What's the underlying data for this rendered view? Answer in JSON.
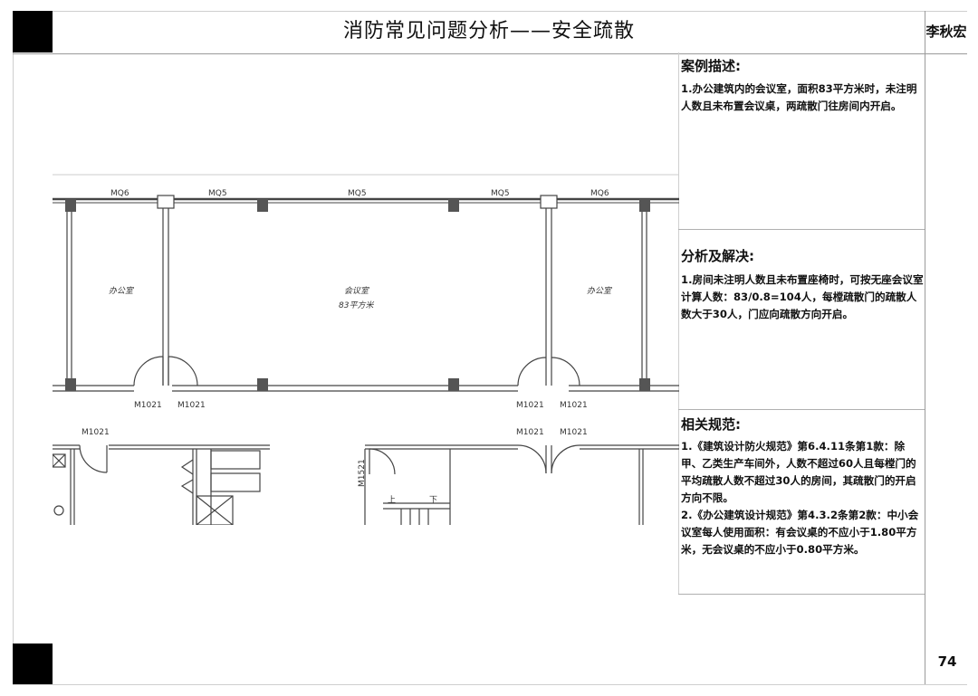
{
  "header": {
    "title": "消防常见问题分析——安全疏散",
    "author": "李秋宏"
  },
  "case": {
    "heading": "案例描述:",
    "body": "1.办公建筑内的会议室，面积83平方米时，未注明人数且未布置会议桌，两疏散门往房间内开启。"
  },
  "analysis": {
    "heading": "分析及解决:",
    "body": "1.房间未注明人数且未布置座椅时，可按无座会议室计算人数：83/0.8=104人，每樘疏散门的疏散人数大于30人，门应向疏散方向开启。"
  },
  "specs": {
    "heading": "相关规范:",
    "items": [
      "1.《建筑设计防火规范》第6.4.11条第1款：除甲、乙类生产车间外，人数不超过60人且每樘门的平均疏散人数不超过30人的房间，其疏散门的开启方向不限。",
      "2.《办公建筑设计规范》第4.3.2条第2款：中小会议室每人使用面积：有会议桌的不应小于1.80平方米，无会议桌的不应小于0.80平方米。"
    ]
  },
  "page": {
    "number": "74"
  },
  "plan": {
    "window_labels": [
      "MQ6",
      "MQ5",
      "MQ5",
      "MQ5",
      "MQ6"
    ],
    "door_labels_row1": [
      "M1021",
      "M1021",
      "M1021",
      "M1021"
    ],
    "door_labels_row2": [
      "M1021",
      "M1021",
      "M1021"
    ],
    "door_label_vertical": "M1521",
    "rooms": {
      "left": "办公室",
      "center": "会议室",
      "center_area": "83平方米",
      "right": "办公室"
    },
    "stair_up": "上",
    "stair_down": "下"
  },
  "colors": {
    "line": "#444444",
    "column": "#555555",
    "rule": "#9a9a9a"
  }
}
